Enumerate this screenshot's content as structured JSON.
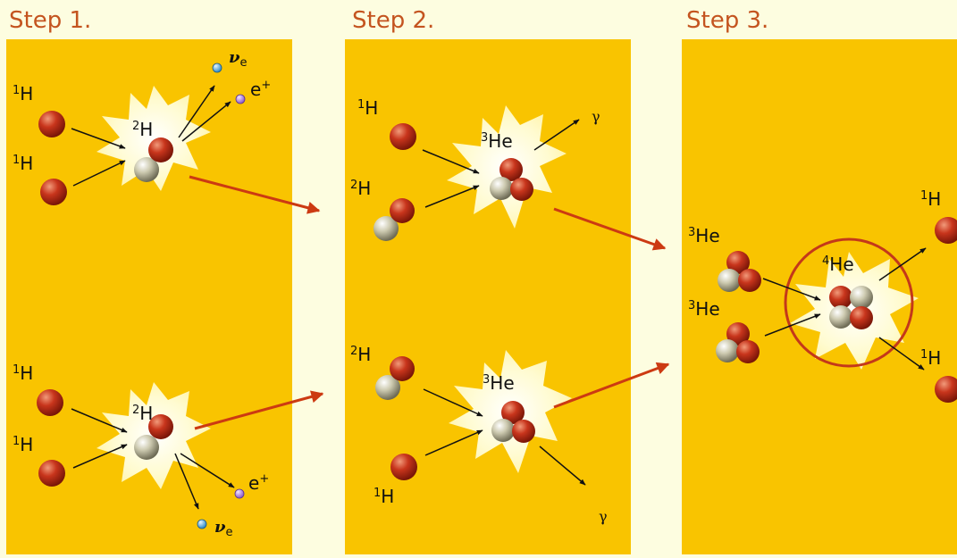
{
  "steps": [
    {
      "title": "Step 1."
    },
    {
      "title": "Step 2."
    },
    {
      "title": "Step 3."
    }
  ],
  "particles": {
    "proton": {
      "mass": "1",
      "symbol": "H"
    },
    "deuterium": {
      "mass": "2",
      "symbol": "H"
    },
    "helium3": {
      "mass": "3",
      "symbol": "He"
    },
    "helium4": {
      "mass": "4",
      "symbol": "He"
    },
    "positron": {
      "symbol": "e",
      "charge": "+"
    },
    "neutrino": {
      "symbol": "ν",
      "subscript": "e"
    },
    "gamma": {
      "symbol": "γ"
    }
  },
  "colors": {
    "panel": "#f9c400",
    "background": "#fdfde0",
    "title": "#c4541f",
    "proton": "#c0311a",
    "neutron": "#c9c6a8",
    "flash": "#fffbcf",
    "transfer_arrow": "#cc3a12",
    "positron": "#b98fe3",
    "neutrino": "#5ab6e8"
  }
}
